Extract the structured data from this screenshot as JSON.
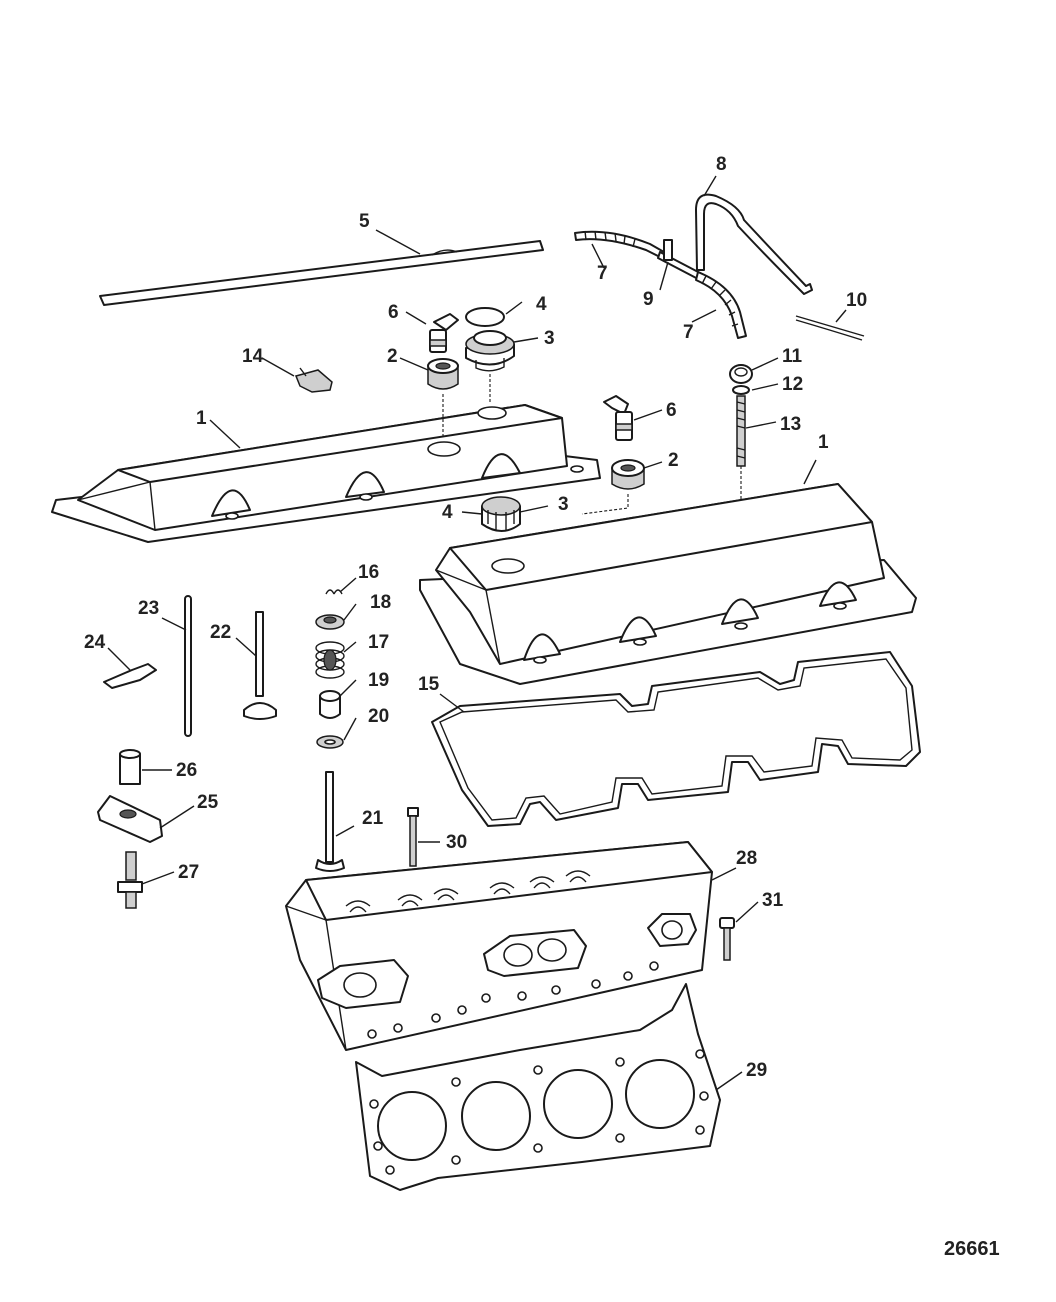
{
  "figure_number": "26661",
  "callouts": {
    "c1a": "1",
    "c1b": "1",
    "c2a": "2",
    "c2b": "2",
    "c3a": "3",
    "c3b": "3",
    "c4a": "4",
    "c4b": "4",
    "c5": "5",
    "c6a": "6",
    "c6b": "6",
    "c7a": "7",
    "c7b": "7",
    "c8": "8",
    "c9": "9",
    "c10": "10",
    "c11": "11",
    "c12": "12",
    "c13": "13",
    "c14": "14",
    "c15": "15",
    "c16": "16",
    "c17": "17",
    "c18": "18",
    "c19": "19",
    "c20": "20",
    "c21": "21",
    "c22": "22",
    "c23": "23",
    "c24": "24",
    "c25": "25",
    "c26": "26",
    "c27": "27",
    "c28": "28",
    "c29": "29",
    "c30": "30",
    "c31": "31"
  }
}
